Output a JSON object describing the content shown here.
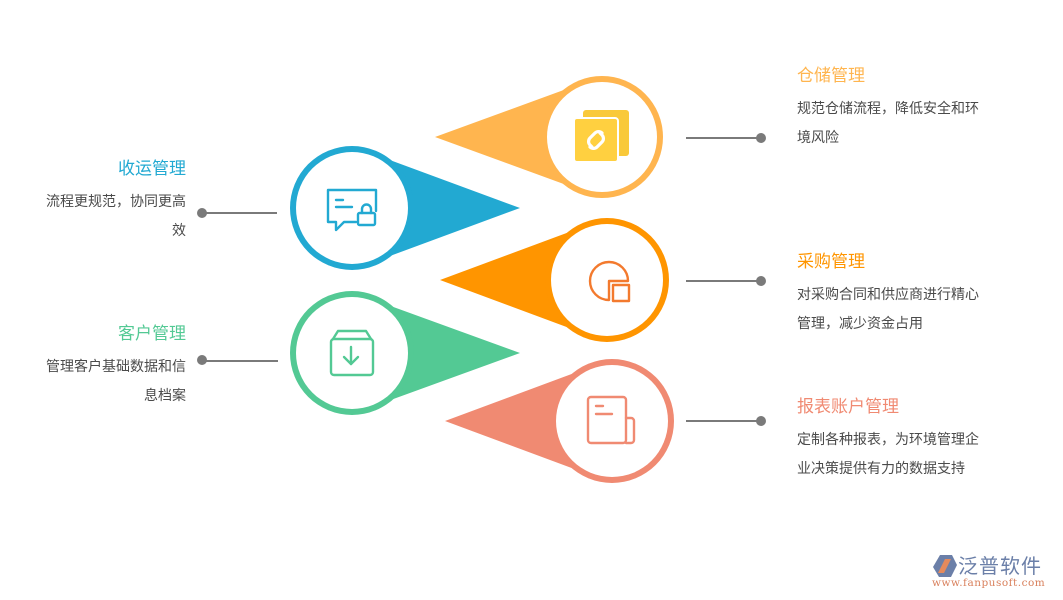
{
  "colors": {
    "warehouse": "#FFB54F",
    "shipping": "#22A9D2",
    "purchase": "#FF9500",
    "customer": "#53C994",
    "report": "#F08A72",
    "connector": "#7a7a7a",
    "desc_text": "#4a4a4a"
  },
  "items": [
    {
      "key": "warehouse",
      "side": "right",
      "title": "仓储管理",
      "desc_line1": "规范仓储流程，降低安全和环",
      "desc_line2": "境风险",
      "icon": "link-document-icon"
    },
    {
      "key": "shipping",
      "side": "left",
      "title": "收运管理",
      "desc_line1": "流程更规范，协同更高",
      "desc_line2": "效",
      "icon": "message-lock-icon"
    },
    {
      "key": "purchase",
      "side": "right",
      "title": "采购管理",
      "desc_line1": "对采购合同和供应商进行精心",
      "desc_line2": "管理，减少资金占用",
      "icon": "pie-square-icon"
    },
    {
      "key": "customer",
      "side": "left",
      "title": "客户管理",
      "desc_line1": "管理客户基础数据和信",
      "desc_line2": "息档案",
      "icon": "box-download-icon"
    },
    {
      "key": "report",
      "side": "right",
      "title": "报表账户管理",
      "desc_line1": "定制各种报表，为环境管理企",
      "desc_line2": "业决策提供有力的数据支持",
      "icon": "newspaper-icon"
    }
  ],
  "logo": {
    "name": "泛普软件",
    "url": "www.fanpusoft.com"
  }
}
